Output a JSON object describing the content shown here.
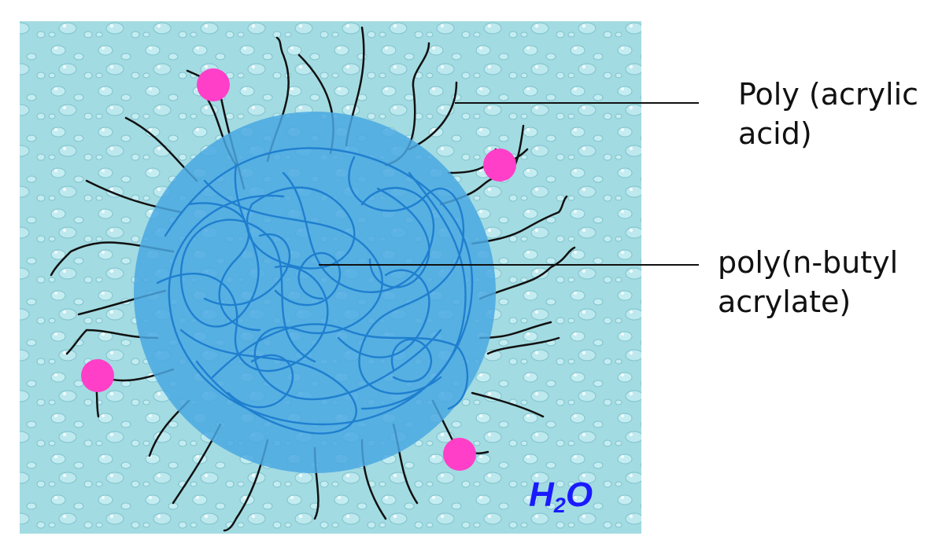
{
  "labels": {
    "shell_line1": "Poly (acrylic",
    "shell_line2": "acid)",
    "core_line1": "poly(n-butyl",
    "core_line2": "acrylate)"
  },
  "solvent": {
    "element": "H",
    "subscript": "2",
    "element2": "O"
  },
  "colors": {
    "water_background": "#a3dbe2",
    "core": "#4aa8e2",
    "core_strands": "#1f7fcf",
    "shell_chains": "#111111",
    "end_groups": "#ff3fc8",
    "solvent_label": "#1a1aff"
  }
}
